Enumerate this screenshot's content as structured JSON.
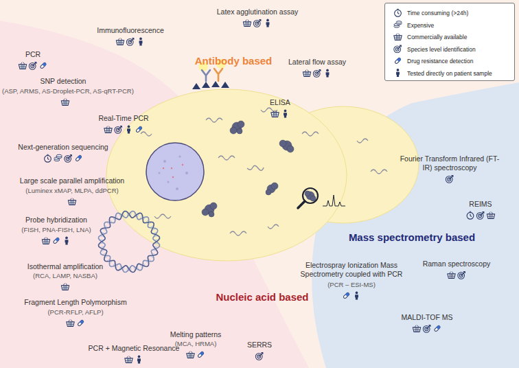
{
  "diagram": {
    "nodes": [
      {
        "text": [
          "Antibody based"
        ]
      },
      {
        "text": [
          "Nucleic acid based"
        ]
      },
      {
        "text": [
          "Mass spectrometry based"
        ]
      }
    ],
    "labels": [
      "Immunofluorescence",
      "Latex agglutination assay",
      "Lateral flow assay",
      "ELISA",
      "PCR",
      "SNP detection",
      "(ASP, ARMS, AS-Droplet-PCR, AS-qRT-PCR)",
      "Real-Time PCR",
      "Next-generation sequencing",
      "Large scale parallel amplification",
      "(Luminex xMAP, MLPA, ddPCR)",
      "Probe hybridization",
      "(FISH, PNA-FISH, LNA)",
      "Isothermal amplification",
      "(RCA, LAMP, NASBA)",
      "Fragment Length Polymorphism",
      "(PCR-RFLP, AFLP)",
      "PCR + Magnetic Resonance",
      "Melting patterns",
      "(MCA, HRMA)",
      "SERRS",
      "Electrospray Ionization Mass Spectrometry coupled with PCR",
      "(PCR – ESI-MS)",
      "MALDI-TOF MS",
      "Raman spectroscopy",
      "REIMS",
      "Fourier Transform Infrared (FT-IR) spectroscopy"
    ],
    "legend": [
      {
        "text": "Time consuming (>24h)"
      },
      {
        "text": "Expensive"
      },
      {
        "text": "Commercially available"
      },
      {
        "text": "Species level identification"
      },
      {
        "text": "Drug resistance detection"
      },
      {
        "text": "Tested directly on patient sample"
      }
    ]
  }
}
